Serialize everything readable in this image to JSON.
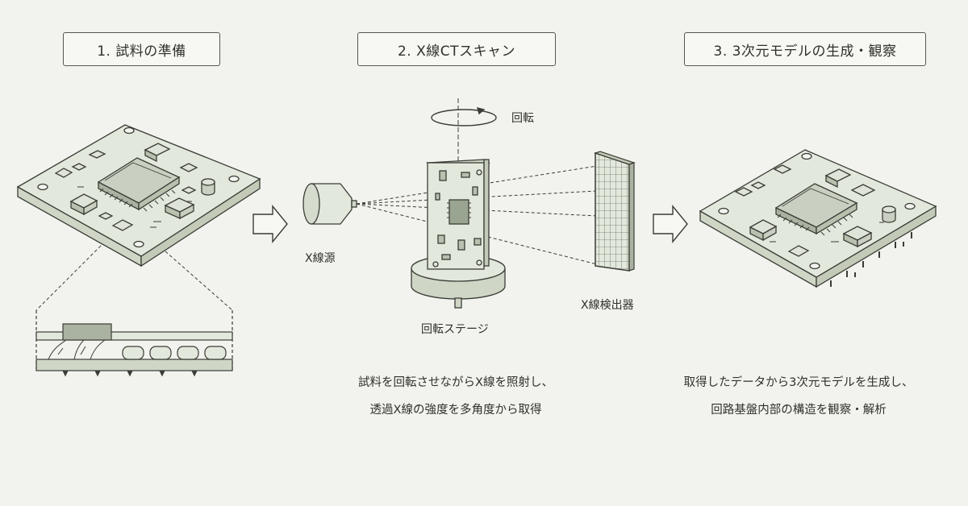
{
  "steps": [
    {
      "label": "1. 試料の準備"
    },
    {
      "label": "2. X線CTスキャン"
    },
    {
      "label": "3. 3次元モデルの生成・観察"
    }
  ],
  "labels": {
    "rotation": "回転",
    "xray_source": "X線源",
    "xray_detector": "X線検出器",
    "rotation_stage": "回転ステージ"
  },
  "descriptions": {
    "scan_line1": "試料を回転させながらX線を照射し、",
    "scan_line2": "透過X線の強度を多角度から取得",
    "model_line1": "取得したデータから3次元モデルを生成し、",
    "model_line2": "回路基盤内部の構造を観察・解析"
  },
  "colors": {
    "background": "#f2f3ee",
    "board": "#e3e8dc",
    "line": "#3a3c36"
  }
}
